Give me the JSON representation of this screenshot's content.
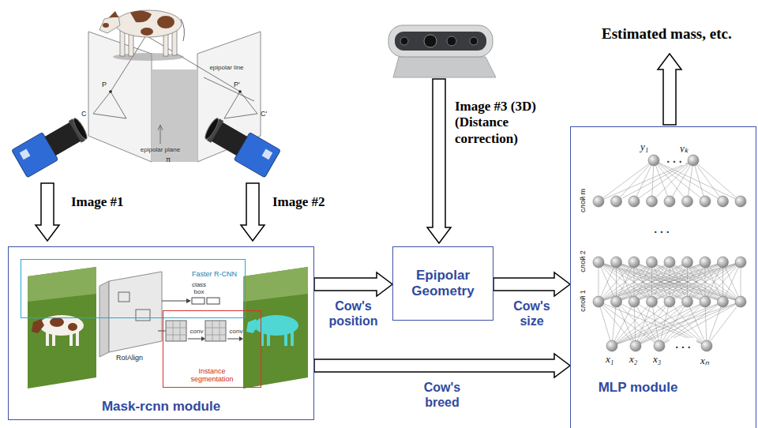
{
  "diagram": {
    "nodes": [
      {
        "text": [
          "Mask-rcnn module"
        ]
      },
      {
        "text": [
          "Faster R-CNN"
        ],
        "in": 0
      },
      {
        "text": [
          "Instance segmentation"
        ],
        "in": 0
      },
      {
        "text": [
          "Epipolar Geometry"
        ]
      },
      {
        "text": [
          "MLP module"
        ]
      }
    ],
    "edges": [
      {
        "from": 0,
        "to": 3,
        "arrow": "to",
        "label": "Cow's position"
      },
      {
        "from": 3,
        "to": 4,
        "arrow": "to",
        "label": "Cow's size"
      },
      {
        "from": 0,
        "to": 4,
        "arrow": "to",
        "label": "Cow's breed"
      }
    ],
    "labels": [
      "Image #1",
      "Image #2",
      "Image #3 (3D) (Distance correction)",
      "Estimated mass, etc.",
      "epipolar line",
      "epipolar plane",
      "P",
      "C",
      "P'",
      "C'",
      "π",
      "RoIAlign",
      "class box",
      "conv",
      "conv",
      "слой m",
      "слой 2",
      "слой 1",
      ". . .",
      "x₁",
      "x₂",
      "x₃",
      "xₙ",
      "y₁",
      "yₖ",
      ". . .",
      ". . ."
    ]
  }
}
